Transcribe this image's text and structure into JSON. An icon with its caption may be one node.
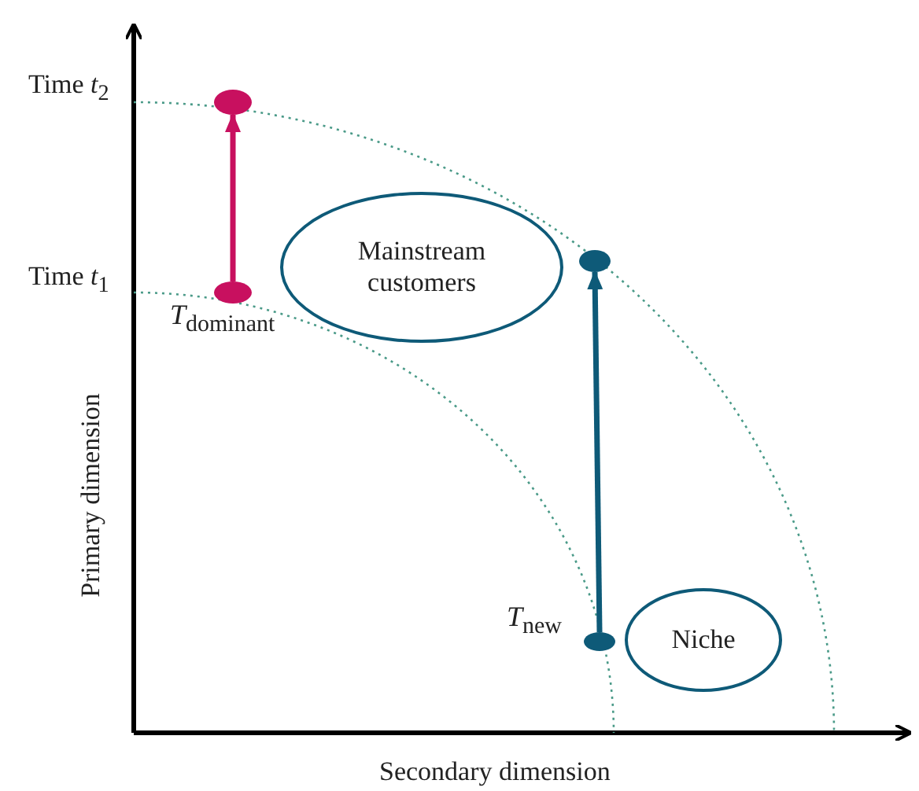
{
  "diagram": {
    "nodes": [
      {
        "text": [
          "Mainstream customers"
        ]
      },
      {
        "text": [
          "Niche"
        ]
      },
      {
        "text": [],
        "shape": "circle",
        "beside": [
          "*T*$_{dominant}$"
        ]
      },
      {
        "text": [],
        "shape": "circle"
      },
      {
        "text": [],
        "shape": "circle",
        "beside": [
          "*T*$_{new}$"
        ]
      },
      {
        "text": [],
        "shape": "circle"
      }
    ],
    "edges": [
      {
        "from": 2,
        "to": 3,
        "arrow": "to",
        "color": "#c8105f"
      },
      {
        "from": 4,
        "to": 5,
        "arrow": "to",
        "color": "#0e5a78"
      }
    ],
    "labels": [
      "Time *t*$_{2}$",
      "Time *t*$_{1}$",
      "Primary dimension",
      "Secondary dimension"
    ]
  }
}
